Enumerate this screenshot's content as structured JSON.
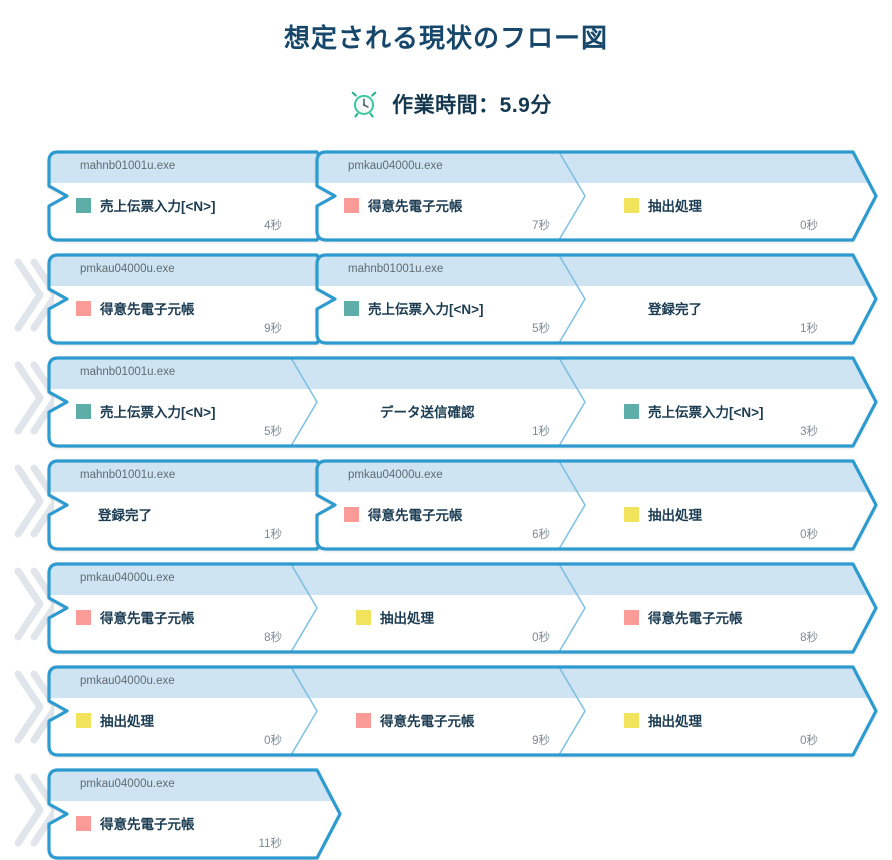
{
  "header": {
    "title": "想定される現状のフロー図",
    "clock_icon": "alarm-clock-icon",
    "work_time_label": "作業時間：5.9分"
  },
  "colors": {
    "accent_border": "#2e9bd0",
    "header_band": "#cfe4f2",
    "body_fill": "#ffffff",
    "inner_divider": "#6fb7de",
    "wrap_mark": "#dfe5ea",
    "title_text": "#17486b",
    "swatch_teal": "#5dada8",
    "swatch_pink": "#fb9b97",
    "swatch_yellow": "#f2e35c"
  },
  "legend": {
    "sales_slip_color": "#5dada8",
    "customer_ledger_color": "#fb9b97",
    "extraction_color": "#f2e35c"
  },
  "flow": {
    "rows": [
      {
        "continued": false,
        "cells": [
          {
            "exe": "mahnb01001u.exe",
            "label": "売上伝票入力[<N>]",
            "swatch": "#5dada8",
            "duration": "4秒",
            "lead": true
          },
          {
            "exe": "pmkau04000u.exe",
            "label": "得意先電子元帳",
            "swatch": "#fb9b97",
            "duration": "7秒",
            "lead": true
          },
          {
            "exe": "",
            "label": "抽出処理",
            "swatch": "#f2e35c",
            "duration": "0秒",
            "lead": false
          }
        ]
      },
      {
        "continued": true,
        "cells": [
          {
            "exe": "pmkau04000u.exe",
            "label": "得意先電子元帳",
            "swatch": "#fb9b97",
            "duration": "9秒",
            "lead": true
          },
          {
            "exe": "mahnb01001u.exe",
            "label": "売上伝票入力[<N>]",
            "swatch": "#5dada8",
            "duration": "5秒",
            "lead": true
          },
          {
            "exe": "",
            "label": "登録完了",
            "swatch": "",
            "duration": "1秒",
            "lead": false
          }
        ]
      },
      {
        "continued": true,
        "cells": [
          {
            "exe": "mahnb01001u.exe",
            "label": "売上伝票入力[<N>]",
            "swatch": "#5dada8",
            "duration": "5秒",
            "lead": true
          },
          {
            "exe": "",
            "label": "データ送信確認",
            "swatch": "",
            "duration": "1秒",
            "lead": false
          },
          {
            "exe": "",
            "label": "売上伝票入力[<N>]",
            "swatch": "#5dada8",
            "duration": "3秒",
            "lead": false
          }
        ]
      },
      {
        "continued": true,
        "cells": [
          {
            "exe": "mahnb01001u.exe",
            "label": "登録完了",
            "swatch": "",
            "duration": "1秒",
            "lead": true
          },
          {
            "exe": "pmkau04000u.exe",
            "label": "得意先電子元帳",
            "swatch": "#fb9b97",
            "duration": "6秒",
            "lead": true
          },
          {
            "exe": "",
            "label": "抽出処理",
            "swatch": "#f2e35c",
            "duration": "0秒",
            "lead": false
          }
        ]
      },
      {
        "continued": true,
        "cells": [
          {
            "exe": "pmkau04000u.exe",
            "label": "得意先電子元帳",
            "swatch": "#fb9b97",
            "duration": "8秒",
            "lead": true
          },
          {
            "exe": "",
            "label": "抽出処理",
            "swatch": "#f2e35c",
            "duration": "0秒",
            "lead": false
          },
          {
            "exe": "",
            "label": "得意先電子元帳",
            "swatch": "#fb9b97",
            "duration": "8秒",
            "lead": false
          }
        ]
      },
      {
        "continued": true,
        "cells": [
          {
            "exe": "pmkau04000u.exe",
            "label": "抽出処理",
            "swatch": "#f2e35c",
            "duration": "0秒",
            "lead": true
          },
          {
            "exe": "",
            "label": "得意先電子元帳",
            "swatch": "#fb9b97",
            "duration": "9秒",
            "lead": false
          },
          {
            "exe": "",
            "label": "抽出処理",
            "swatch": "#f2e35c",
            "duration": "0秒",
            "lead": false
          }
        ]
      },
      {
        "continued": true,
        "cells": [
          {
            "exe": "pmkau04000u.exe",
            "label": "得意先電子元帳",
            "swatch": "#fb9b97",
            "duration": "11秒",
            "lead": true
          }
        ]
      }
    ]
  }
}
